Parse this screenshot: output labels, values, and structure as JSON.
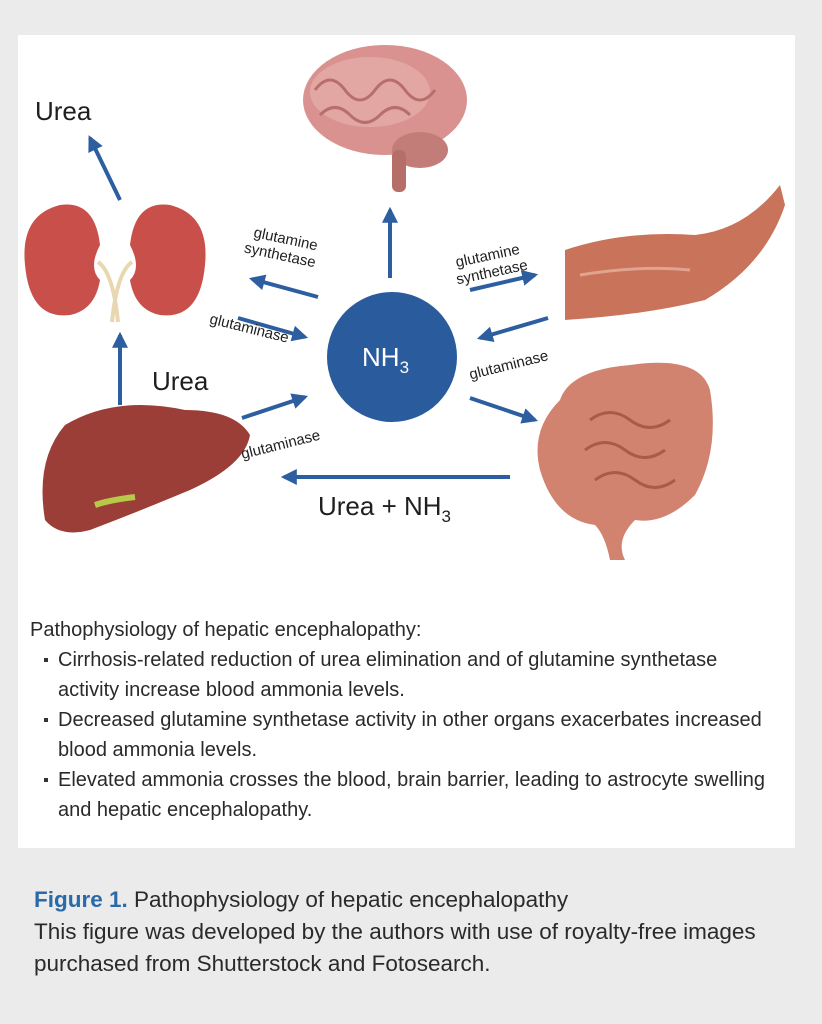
{
  "colors": {
    "arrow": "#2d5fa0",
    "nh3_circle": "#2a5b9c",
    "figure_label": "#2a6aa8"
  },
  "diagram": {
    "urea_top": "Urea",
    "urea_mid": "Urea",
    "urea_nh3": "Urea + NH",
    "urea_nh3_sub": "3",
    "nh3": "NH",
    "nh3_sub": "3",
    "left_synthetase_1": "glutamine",
    "left_synthetase_2": "synthetase",
    "left_glutaminase": "glutaminase",
    "liver_glutaminase": "glutaminase",
    "right_synthetase_1": "glutamine",
    "right_synthetase_2": "synthetase",
    "right_glutaminase": "glutaminase"
  },
  "description": {
    "title": "Pathophysiology of hepatic encephalopathy:",
    "bullets": [
      "Cirrhosis-related reduction of urea elimination and of glutamine synthetase activity increase blood ammonia levels.",
      "Decreased glutamine synthetase activity in other organs exacerbates increased blood ammonia levels.",
      "Elevated ammonia crosses the blood, brain barrier, leading to astrocyte swelling and hepatic encephalopathy."
    ]
  },
  "caption": {
    "label": "Figure 1.",
    "title": " Pathophysiology of hepatic encephalopathy",
    "note": "This figure was developed by the authors with use of royalty-free images purchased from Shutterstock and Fotosearch."
  }
}
